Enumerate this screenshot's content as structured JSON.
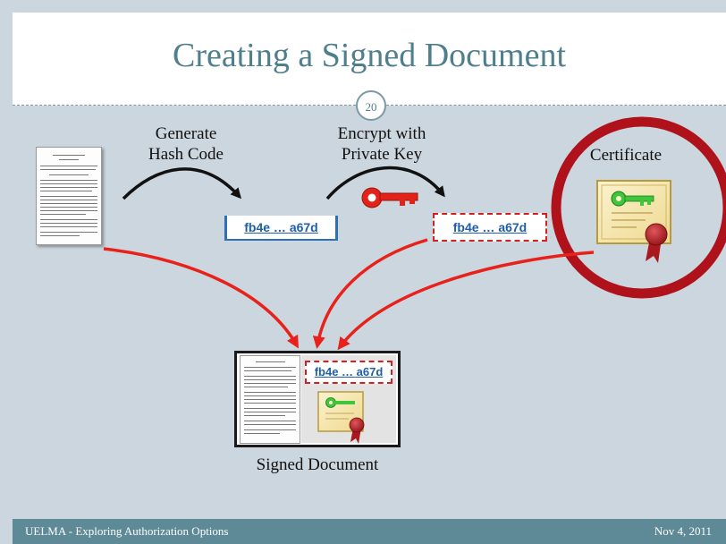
{
  "title": "Creating a Signed Document",
  "slide_number": "20",
  "steps": {
    "generate": "Generate\nHash Code",
    "encrypt": "Encrypt with\nPrivate Key",
    "certificate": "Certificate",
    "signed_document": "Signed Document"
  },
  "hash": {
    "plain": "fb4e … a67d",
    "signed": "fb4e … a67d",
    "signed_in_document": "fb4e … a67d"
  },
  "footer": {
    "left": "UELMA - Exploring Authorization Options",
    "right": "Nov 4, 2011"
  },
  "colors": {
    "title": "#4f7f8c",
    "arrow_red": "#e8211a",
    "hash_blue": "#1f5fa8",
    "highlight_circle": "#b0121b",
    "key_red": "#e2231a",
    "key_green": "#3fc63a"
  }
}
